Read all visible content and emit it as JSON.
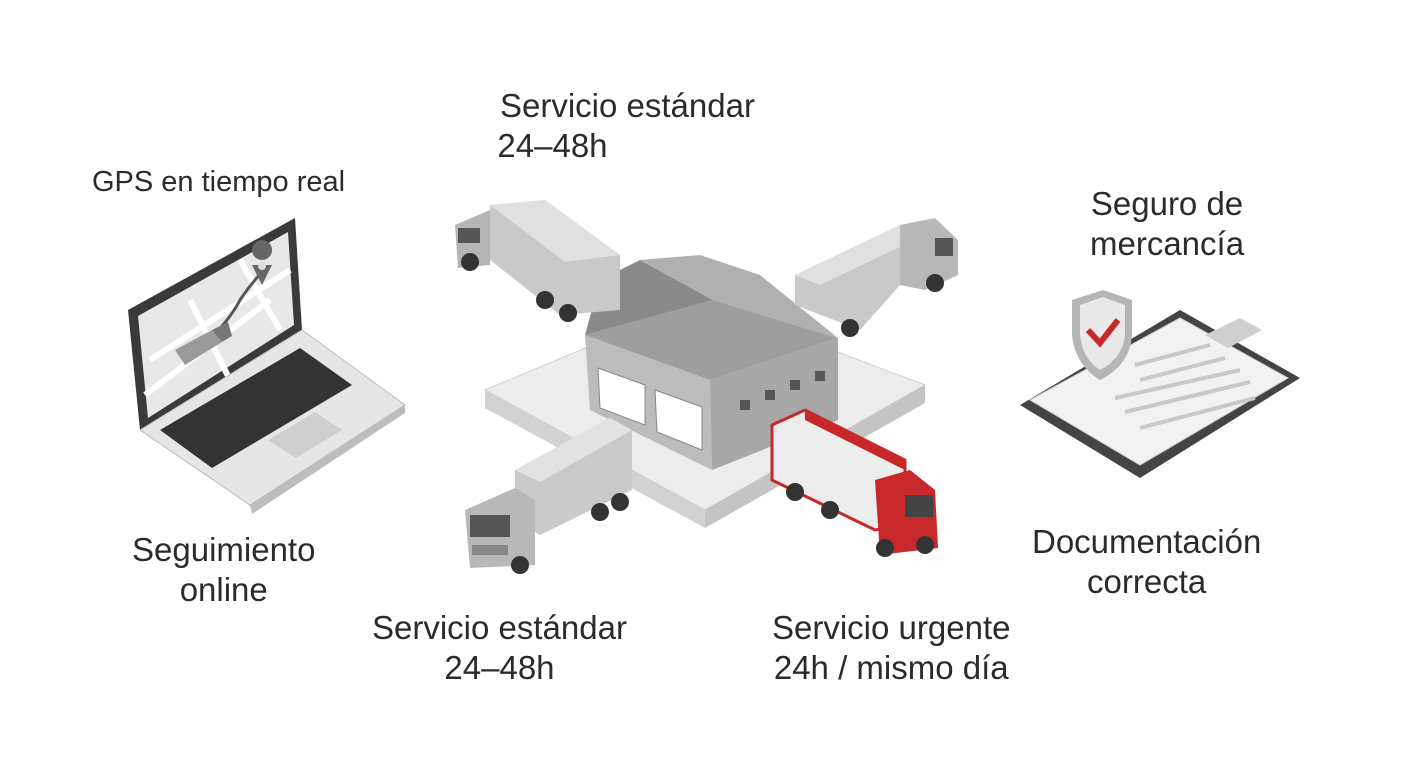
{
  "labels": {
    "standard_top": {
      "line1": "Servicio estándar",
      "line2": "24–48h"
    },
    "gps": "GPS en tiempo real",
    "insurance": {
      "line1": "Seguro de",
      "line2": "mercancía"
    },
    "tracking": {
      "line1": "Seguimiento",
      "line2": "online"
    },
    "documentation": {
      "line1": "Documentación",
      "line2": "correcta"
    },
    "standard_bottom": {
      "line1": "Servicio estándar",
      "line2": "24–48h"
    },
    "urgent": {
      "line1": "Servicio urgente",
      "line2": "24h / mismo día"
    }
  },
  "colors": {
    "accent": "#c8282a",
    "gray": "#a9a9a9",
    "text": "#2b2b2b"
  }
}
